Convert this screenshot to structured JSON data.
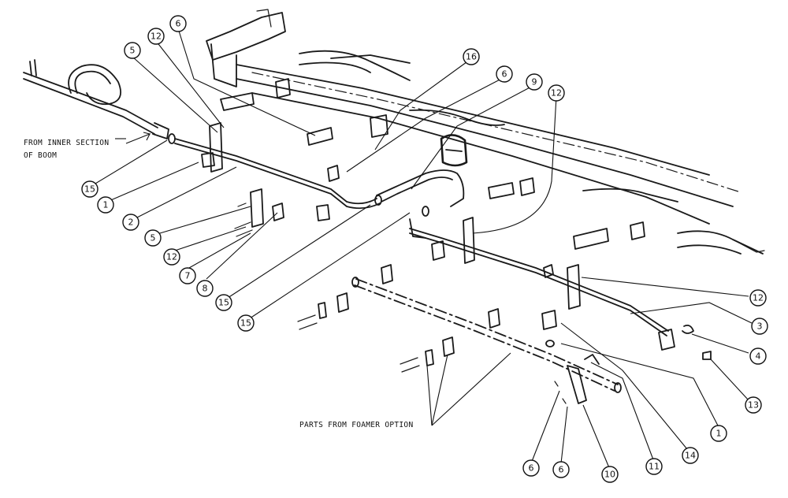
{
  "notes": {
    "inner_section_line1": "FROM INNER SECTION",
    "inner_section_line2": "OF BOOM",
    "foamer": "PARTS FROM FOAMER OPTION"
  },
  "callouts": [
    "5",
    "12",
    "6",
    "16",
    "6",
    "9",
    "12",
    "15",
    "1",
    "2",
    "5",
    "12",
    "7",
    "8",
    "15",
    "15",
    "12",
    "3",
    "4",
    "13",
    "1",
    "14",
    "11",
    "10",
    "6",
    "6"
  ]
}
